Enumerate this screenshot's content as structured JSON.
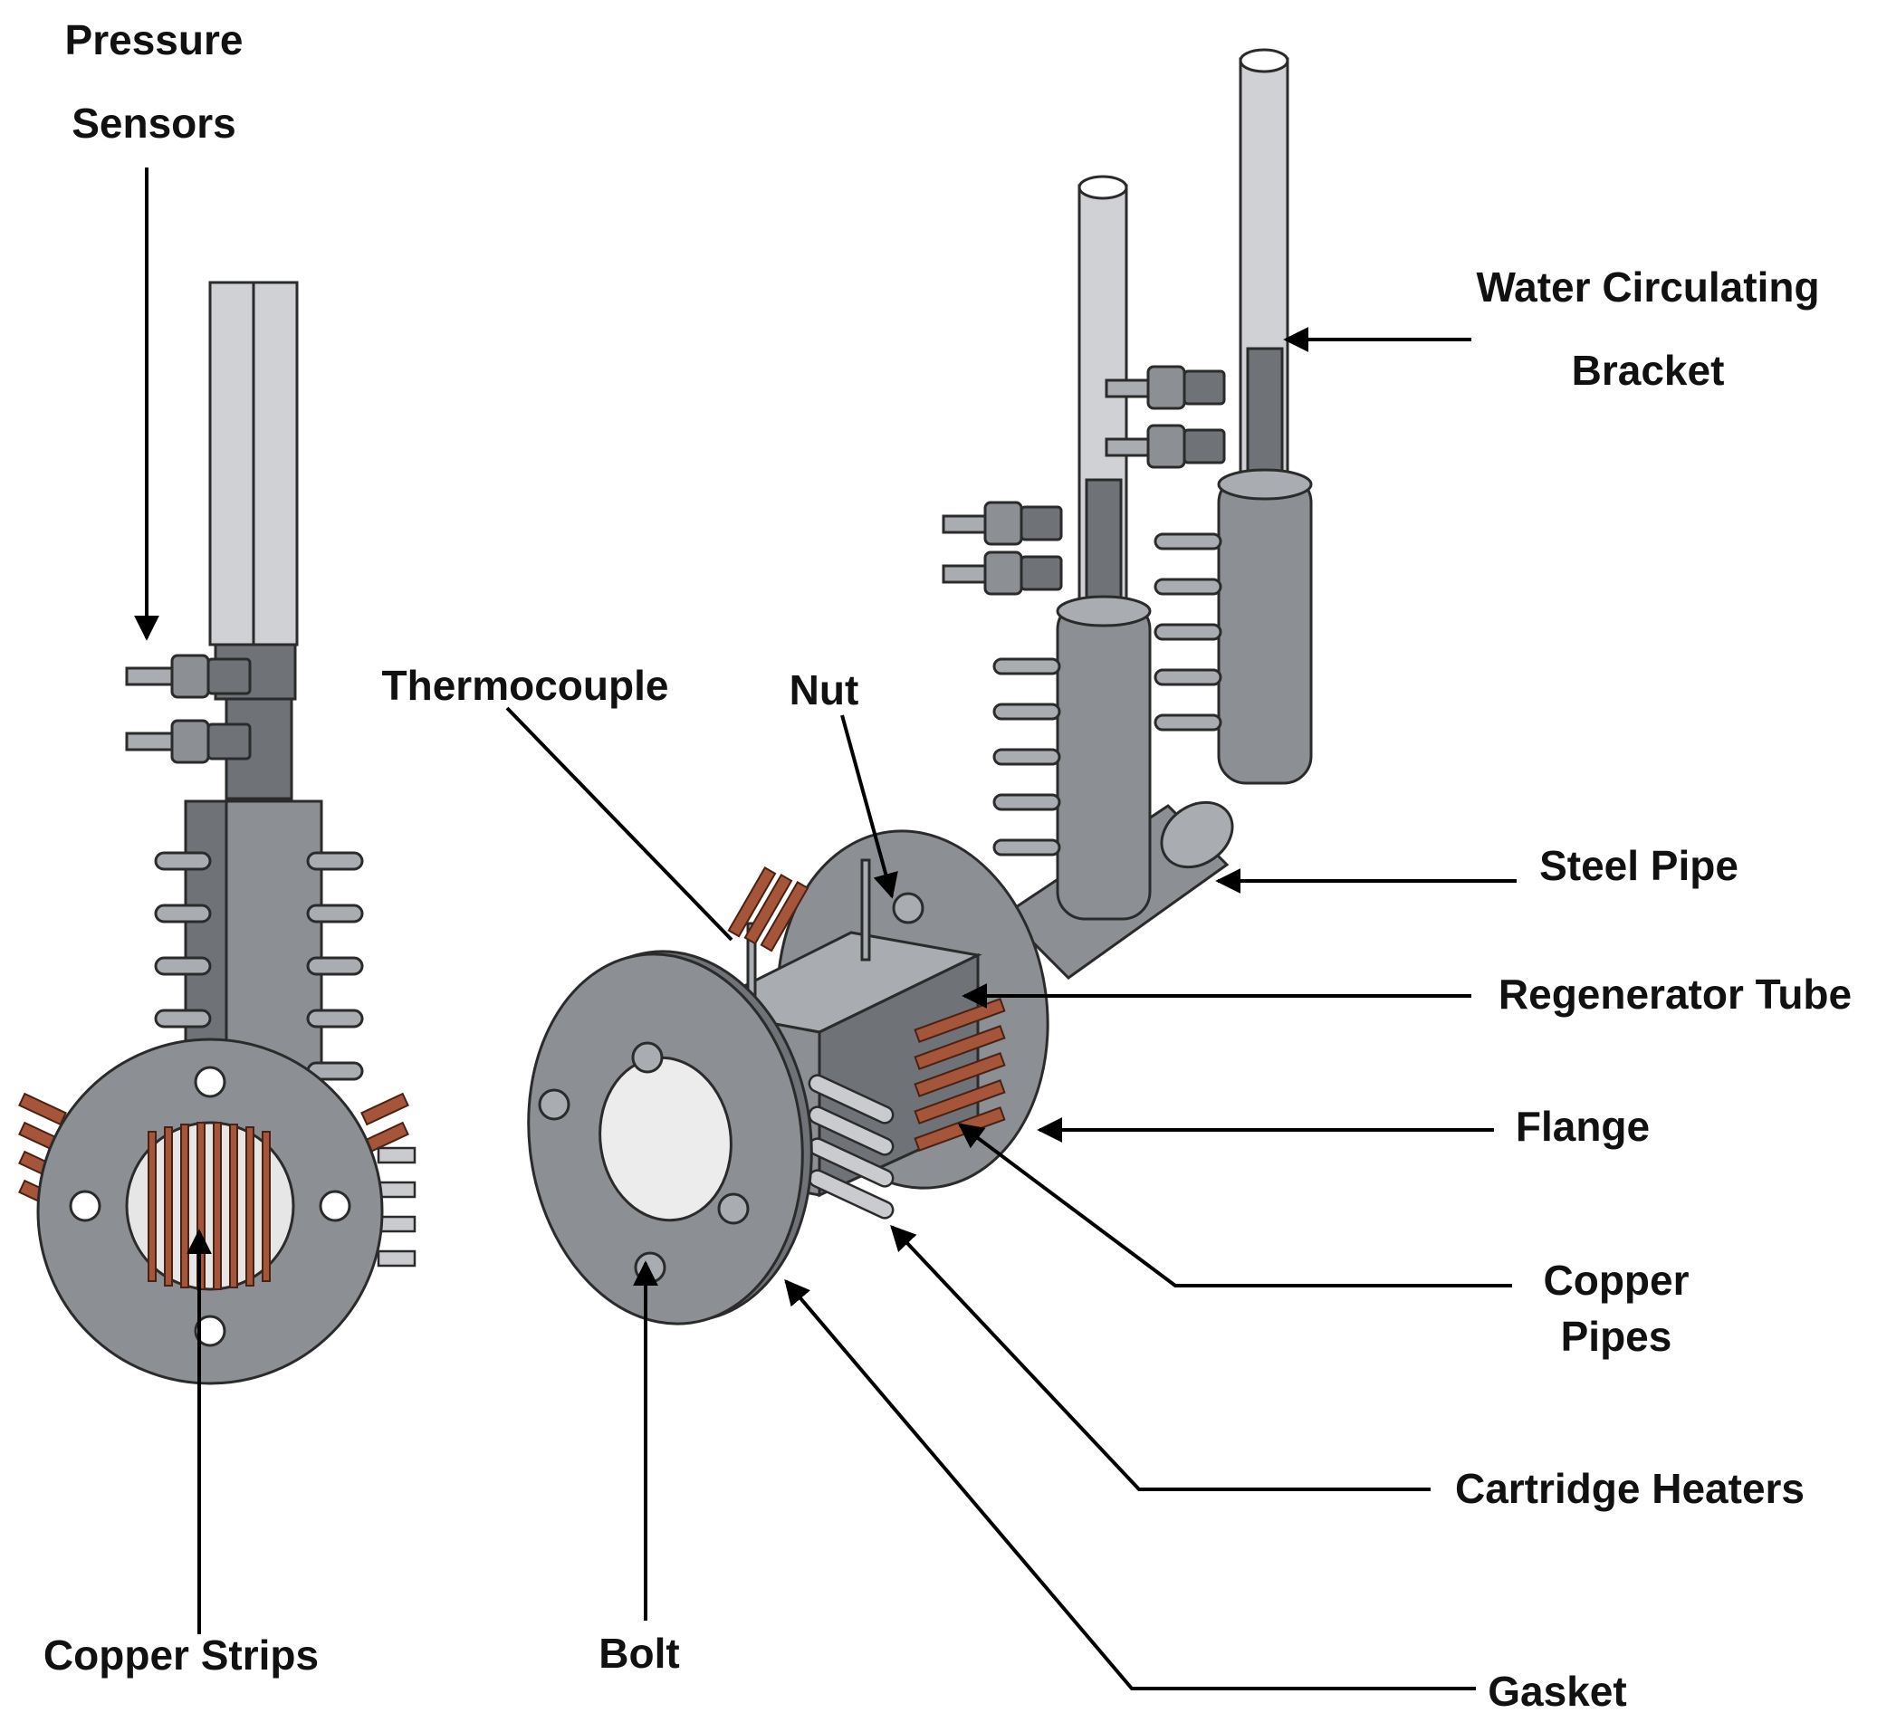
{
  "labels": {
    "pressure_sensors_line1": "Pressure",
    "pressure_sensors_line2": "Sensors",
    "thermocouple": "Thermocouple",
    "nut": "Nut",
    "water_circulating_line1": "Water Circulating",
    "water_circulating_line2": "Bracket",
    "steel_pipe": "Steel Pipe",
    "regenerator_tube": "Regenerator Tube",
    "flange": "Flange",
    "copper_pipes_line1": "Copper",
    "copper_pipes_line2": "Pipes",
    "cartridge_heaters": "Cartridge Heaters",
    "copper_strips": "Copper Strips",
    "bolt": "Bolt",
    "gasket": "Gasket"
  },
  "colors": {
    "metal": "#8c8f94",
    "metal_dark": "#6f7277",
    "glass": "#cfd1d4",
    "copper": "#a4553a",
    "text": "#111111"
  }
}
